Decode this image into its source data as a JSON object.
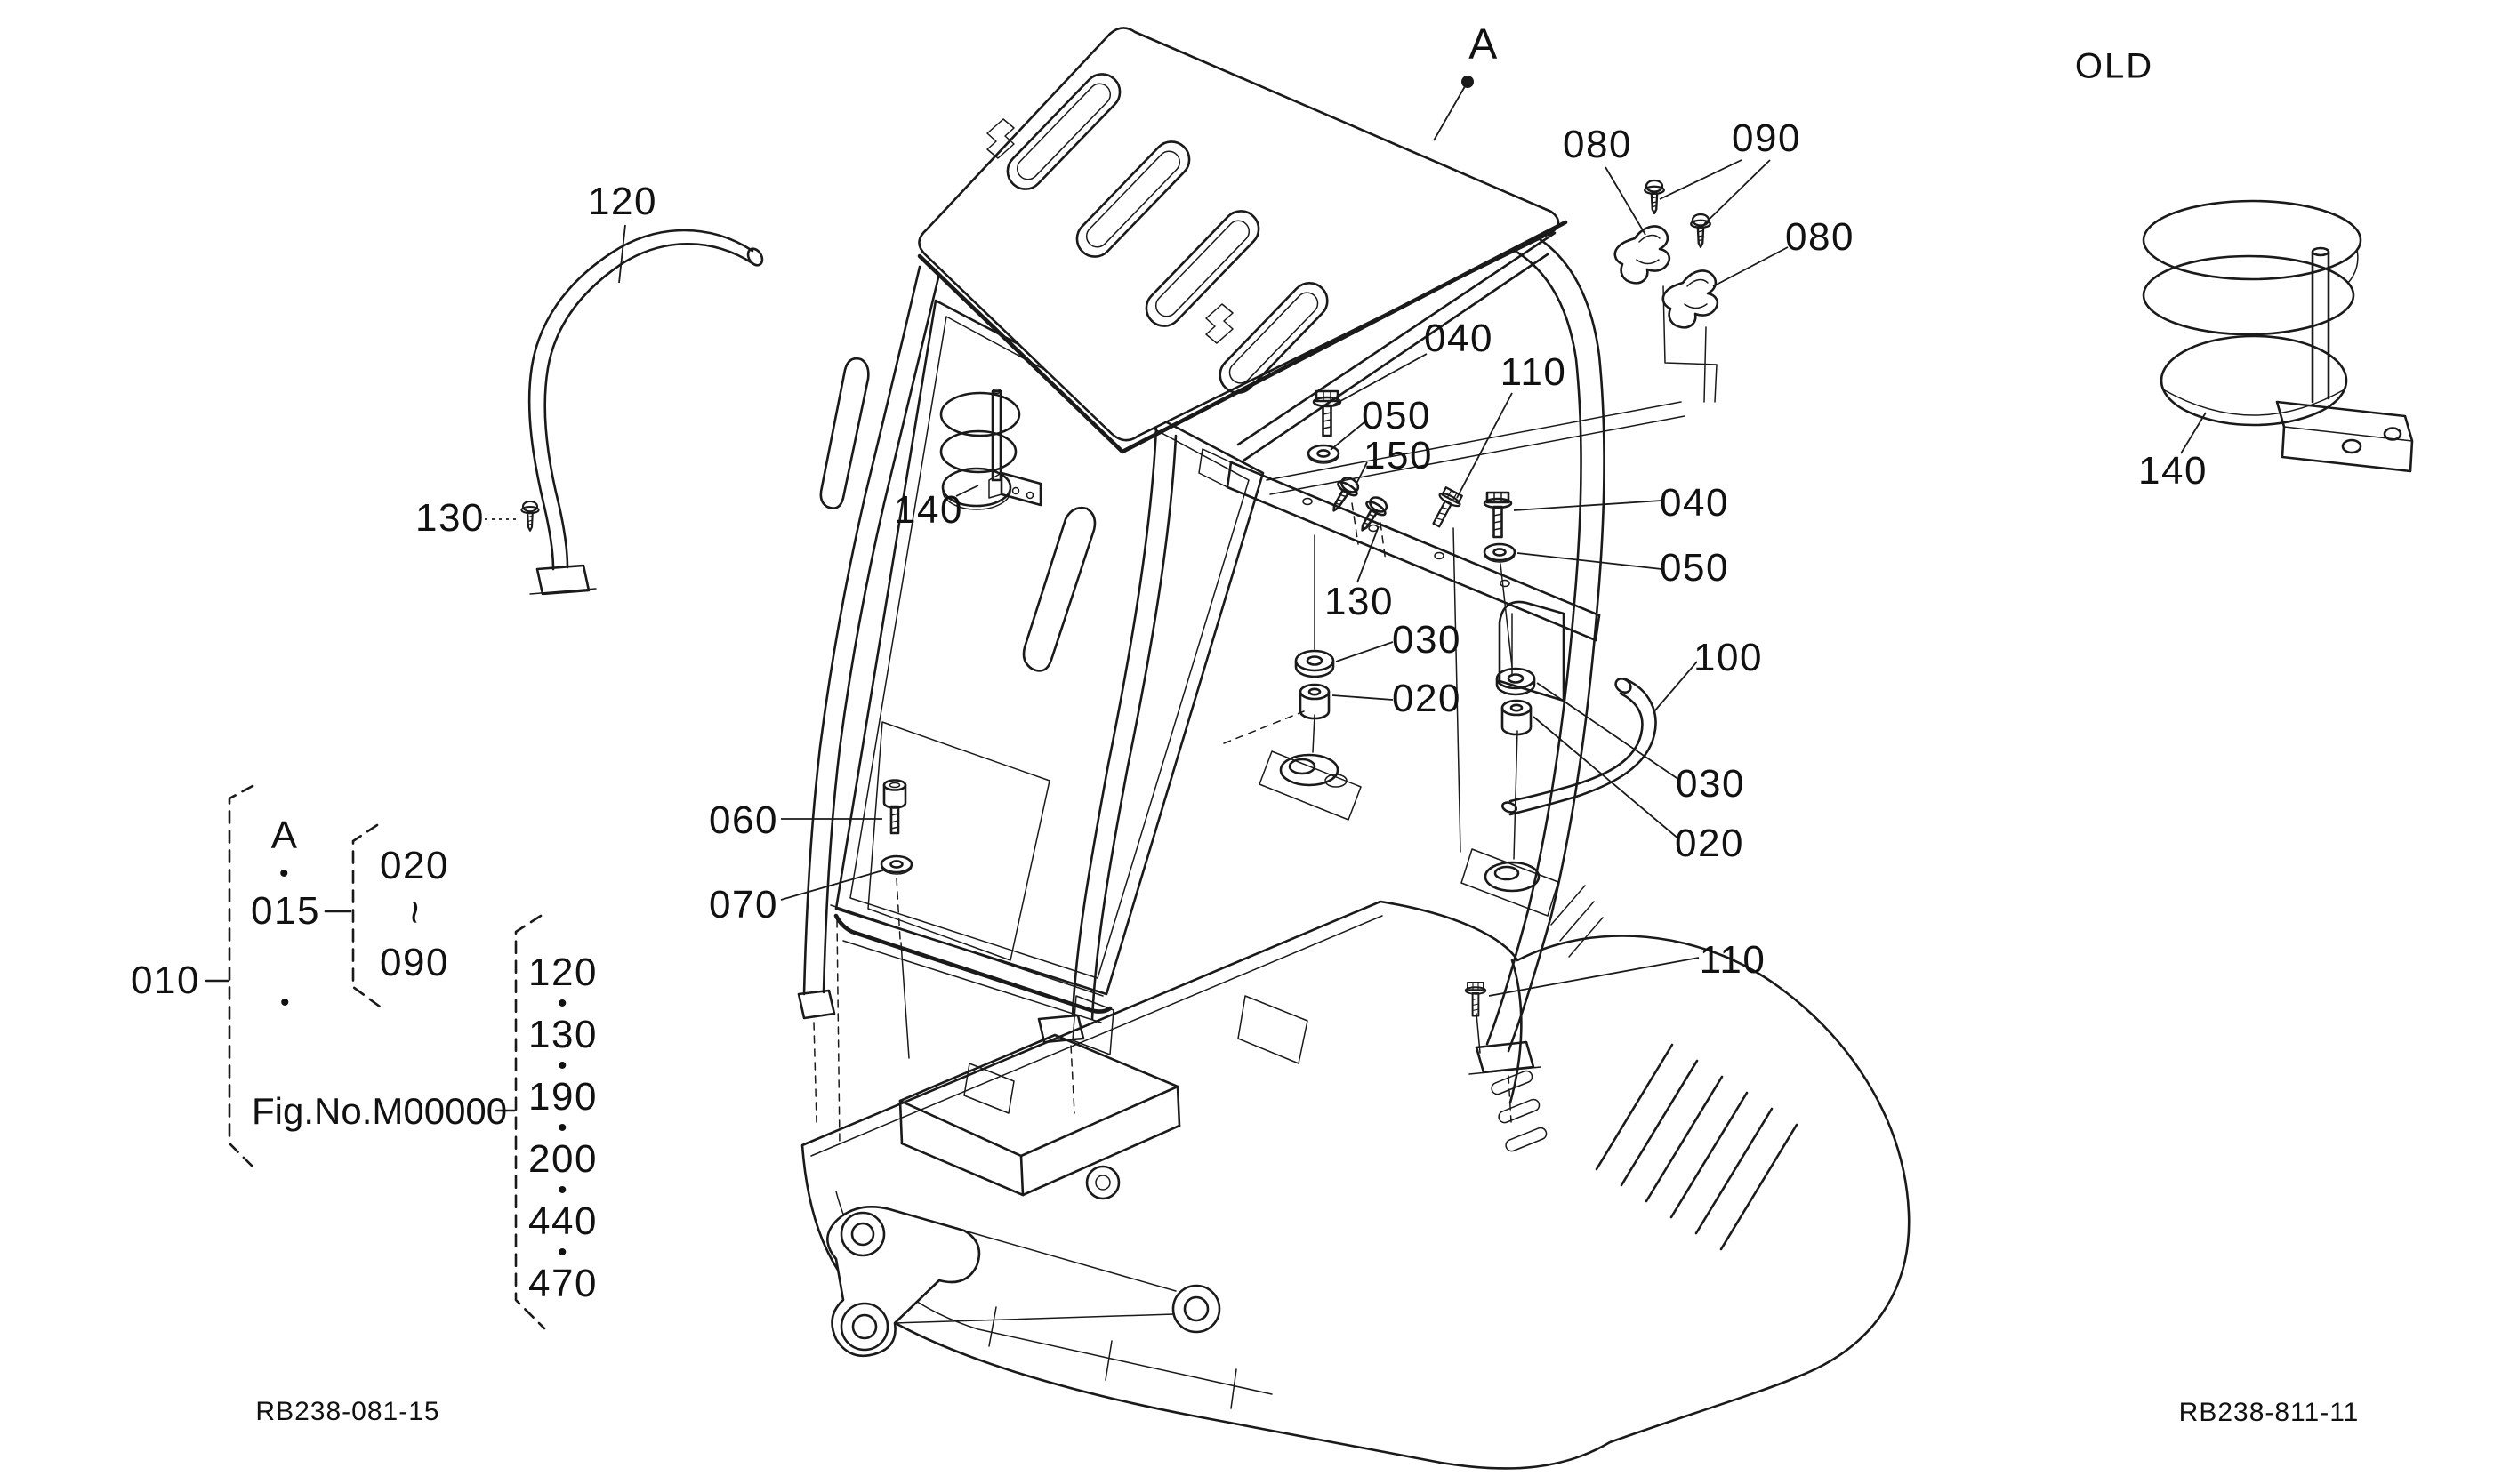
{
  "figure": {
    "view_marker": "A",
    "old_variant_label": "OLD",
    "doc_code_left": "RB238-081-15",
    "doc_code_right": "RB238-811-11"
  },
  "callouts": {
    "c120": "120",
    "c130_left": "130",
    "c140_small": "140",
    "c060": "060",
    "c070": "070",
    "c080_top": "080",
    "c090": "090",
    "c080_right": "080",
    "c040_rear_left": "040",
    "c110_upper": "110",
    "c050_rear_left": "050",
    "c150": "150",
    "c130_mid": "130",
    "c030_left": "030",
    "c020_left": "020",
    "c040_rear_right": "040",
    "c050_rear_right": "050",
    "c100": "100",
    "c030_right": "030",
    "c020_right": "020",
    "c110_lower": "110",
    "c140_old": "140"
  },
  "legend": {
    "group": "010",
    "view": "A",
    "item": "015",
    "bullet": "•",
    "range": {
      "start": "020",
      "tilde": "~",
      "end": "090"
    },
    "fig_no": "Fig.No.M00000",
    "items": [
      "120",
      "130",
      "190",
      "200",
      "440",
      "470"
    ]
  }
}
